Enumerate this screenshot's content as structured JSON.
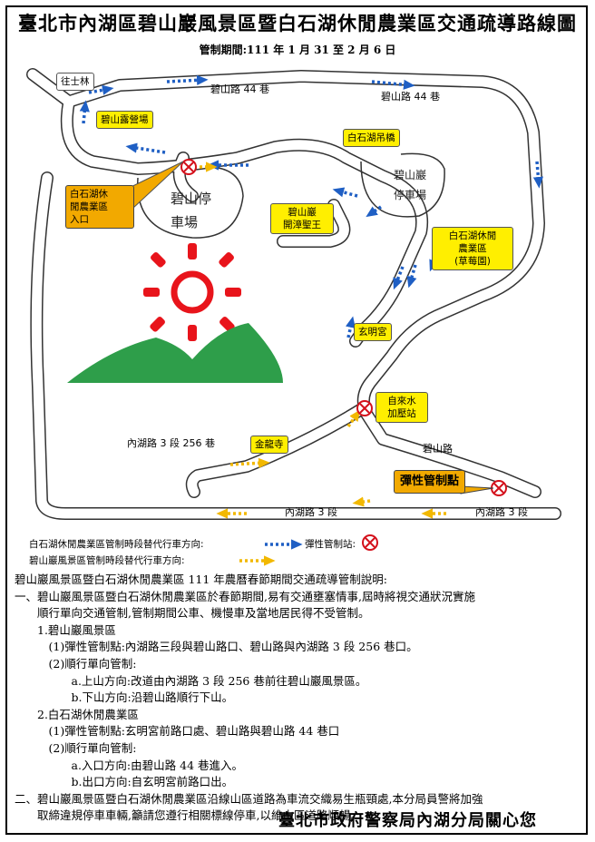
{
  "title": "臺北市內湖區碧山巖風景區暨白石湖休閒農業區交通疏導路線圖",
  "control_period": "管制期間:111 年 1 月 31 至 2 月 6 日",
  "map": {
    "roads": {
      "bishan_44_left": "碧山路 44 巷",
      "bishan_44_right": "碧山路 44 巷",
      "neihu_256": "內湖路 3 段 256 巷",
      "bishan": "碧山路",
      "neihu_3_left": "內湖路 3 段",
      "neihu_3_right": "內湖路 3 段"
    },
    "places": {
      "bishan_parking": [
        "碧山停",
        "車場"
      ],
      "baishihu_parking": [
        "碧山巖",
        "停車場"
      ]
    },
    "callouts": {
      "jiashilin": "往士林",
      "bishan_camp": "碧山露營場",
      "baishihu_bridge": "白石湖吊橋",
      "temple": "碧山巖\n開漳聖王",
      "farm_area": "白石湖休閒\n農業區\n(草莓園)",
      "xuanming": "玄明宮",
      "zilaishui": "自來水\n加壓站",
      "jinlong": "金龍寺",
      "farm_entrance": "白石湖休\n閒農業區\n入口",
      "flex_control": "彈性管制點"
    },
    "legend": {
      "farm_detour": "白石湖休閒農業區管制時段替代行車方向:",
      "scenic_detour": "碧山巖風景區管制時段替代行車方向:",
      "checkpoint": "彈性管制站:"
    },
    "colors": {
      "blue_arrows": "#1f5fc4",
      "yellow_arrows": "#f2b800",
      "mountain": "#2e9e4a",
      "sun": "#e8141b",
      "checkpoint": "#d4111c"
    }
  },
  "notes": {
    "heading": "碧山巖風景區暨白石湖休閒農業區 111 年農曆春節期間交通疏導管制說明:",
    "lines": [
      "一、碧山巖風景區暨白石湖休閒農業區於春節期間,易有交通壅塞情事,屆時將視交通狀況實施",
      "　　順行單向交通管制,管制期間公車、機慢車及當地居民得不受管制。",
      "　　1.碧山巖風景區",
      "　　　(1)彈性管制點:內湖路三段與碧山路口、碧山路與內湖路 3 段 256 巷口。",
      "　　　(2)順行單向管制:",
      "　　　　　a.上山方向:改道由內湖路 3 段 256 巷前往碧山巖風景區。",
      "　　　　　b.下山方向:沿碧山路順行下山。",
      "　　2.白石湖休閒農業區",
      "　　　(1)彈性管制點:玄明宮前路口處、碧山路與碧山路 44 巷口",
      "　　　(2)順行單向管制:",
      "　　　　　a.入口方向:由碧山路 44 巷進入。",
      "　　　　　b.出口方向:自玄明宮前路口出。",
      "二、碧山巖風景區暨白石湖休閒農業區沿線山區道路為車流交織易生瓶頸處,本分局員警將加強",
      "　　取締違規停車車輛,籲請您遵行相關標線停車,以維山區道路順暢。"
    ],
    "signature": "臺北市政府警察局內湖分局關心您"
  }
}
